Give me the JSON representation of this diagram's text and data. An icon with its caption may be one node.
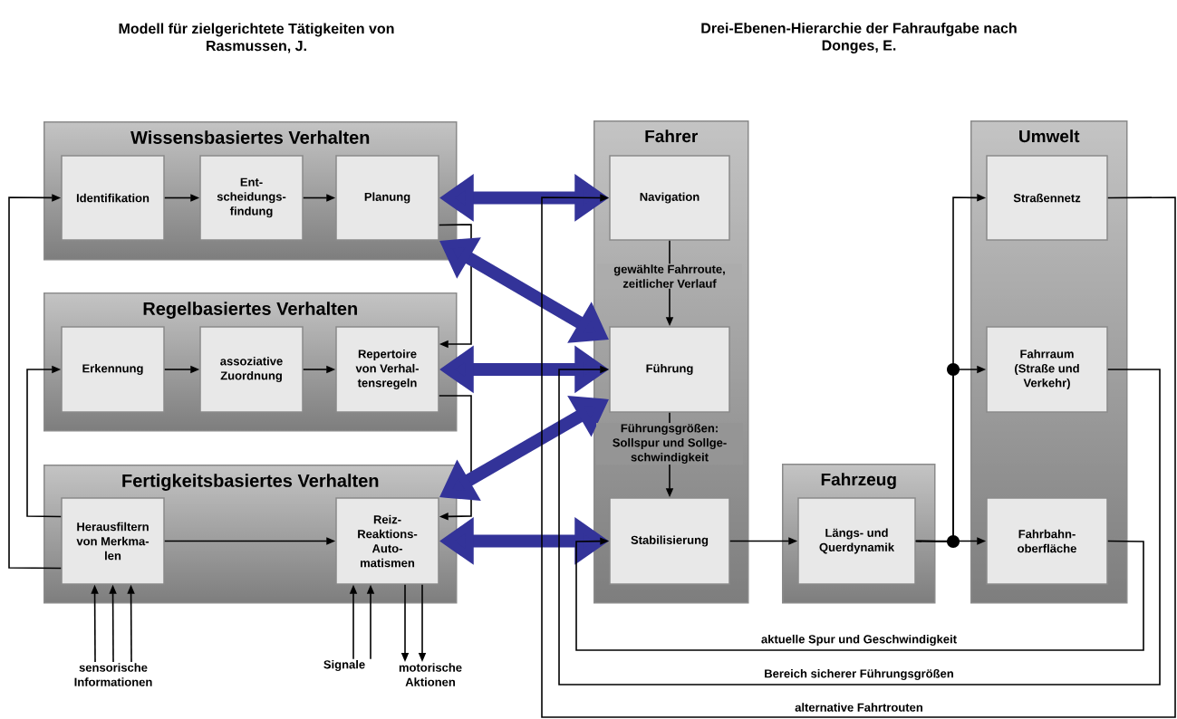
{
  "diagram": {
    "nodes": [
      {
        "text": [
          "Wissensbasiertes Verhalten"
        ]
      },
      {
        "text": [
          "Identifikation"
        ],
        "in": 0
      },
      {
        "text": [
          "Ent- scheidungs- findung"
        ],
        "in": 0
      },
      {
        "text": [
          "Planung"
        ],
        "in": 0
      },
      {
        "text": [
          "Regelbasiertes Verhalten"
        ]
      },
      {
        "text": [
          "Erkennung"
        ],
        "in": 4
      },
      {
        "text": [
          "assoziative Zuordnung"
        ],
        "in": 4
      },
      {
        "text": [
          "Repertoire von Verhal- tensregeln"
        ],
        "in": 4
      },
      {
        "text": [
          "Fertigkeitsbasiertes Verhalten"
        ]
      },
      {
        "text": [
          "Herausfiltern von Merkma- len"
        ],
        "in": 8
      },
      {
        "text": [
          "Reiz- Reaktions- Auto- matismen"
        ],
        "in": 8
      },
      {
        "text": [
          "Fahrer"
        ]
      },
      {
        "text": [
          "Navigation"
        ],
        "in": 11
      },
      {
        "text": [
          "Führung"
        ],
        "in": 11
      },
      {
        "text": [
          "Stabilisierung"
        ],
        "in": 11
      },
      {
        "text": [
          "Fahrzeug"
        ]
      },
      {
        "text": [
          "Längs- und Querdynamik"
        ],
        "in": 15
      },
      {
        "text": [
          "Umwelt"
        ]
      },
      {
        "text": [
          "Straßennetz"
        ],
        "in": 17
      },
      {
        "text": [
          "Fahrraum (Straße und Verkehr)"
        ],
        "in": 17
      },
      {
        "text": [
          "Fahrbahn- oberfläche"
        ],
        "in": 17
      },
      {
        "text": [
          "sensorische Informationen"
        ]
      },
      {
        "text": [
          "Signale"
        ]
      },
      {
        "text": [
          "motorische Aktionen"
        ]
      }
    ],
    "edges": [
      {
        "from": 1,
        "to": 2,
        "arrow": "to"
      },
      {
        "from": 2,
        "to": 3,
        "arrow": "to"
      },
      {
        "from": 5,
        "to": 6,
        "arrow": "to"
      },
      {
        "from": 6,
        "to": 7,
        "arrow": "to"
      },
      {
        "from": 3,
        "to": 7,
        "arrow": "to"
      },
      {
        "from": 7,
        "to": 10,
        "arrow": "to"
      },
      {
        "from": 9,
        "to": 10,
        "arrow": "to"
      },
      {
        "from": 9,
        "to": 5,
        "arrow": "to"
      },
      {
        "from": 9,
        "to": 1,
        "arrow": "to"
      },
      {
        "from": 21,
        "to": 9,
        "arrow": "to"
      },
      {
        "from": 21,
        "to": 9,
        "arrow": "to"
      },
      {
        "from": 21,
        "to": 9,
        "arrow": "to"
      },
      {
        "from": 22,
        "to": 10,
        "arrow": "to"
      },
      {
        "from": 22,
        "to": 10,
        "arrow": "to"
      },
      {
        "from": 10,
        "to": 23,
        "arrow": "to"
      },
      {
        "from": 10,
        "to": 23,
        "arrow": "to"
      },
      {
        "from": 3,
        "to": 12,
        "arrow": "both",
        "style": "thick",
        "color": "#333399"
      },
      {
        "from": 3,
        "to": 13,
        "arrow": "both",
        "style": "thick",
        "color": "#333399"
      },
      {
        "from": 7,
        "to": 13,
        "arrow": "both",
        "style": "thick",
        "color": "#333399"
      },
      {
        "from": 10,
        "to": 13,
        "arrow": "both",
        "style": "thick",
        "color": "#333399"
      },
      {
        "from": 10,
        "to": 14,
        "arrow": "both",
        "style": "thick",
        "color": "#333399"
      },
      {
        "from": 12,
        "to": 13,
        "arrow": "to",
        "label": "gewählte Fahrroute, zeitlicher Verlauf"
      },
      {
        "from": 13,
        "to": 14,
        "arrow": "to",
        "label": "Führungsgrößen: Sollspur und Sollge- schwindigkeit"
      },
      {
        "from": 14,
        "to": 16,
        "arrow": "to"
      },
      {
        "from": 16,
        "to": 20,
        "arrow": "to"
      },
      {
        "from": 16,
        "to": 19,
        "arrow": "to"
      },
      {
        "from": 16,
        "to": 18,
        "arrow": "to"
      },
      {
        "from": 20,
        "to": 14,
        "arrow": "to",
        "label": "aktuelle Spur und Geschwindigkeit"
      },
      {
        "from": 19,
        "to": 13,
        "arrow": "to",
        "label": "Bereich sicherer Führungsgrößen"
      },
      {
        "from": 18,
        "to": 12,
        "arrow": "to",
        "label": "alternative Fahrtrouten"
      }
    ],
    "labels": [
      "Modell für zielgerichtete Tätigkeiten von Rasmussen, J.",
      "Drei-Ebenen-Hierarchie der Fahraufgabe nach Donges, E."
    ]
  }
}
